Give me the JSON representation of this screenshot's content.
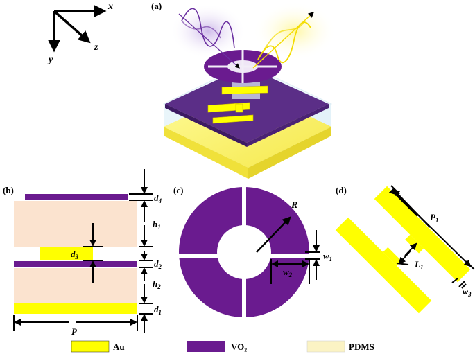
{
  "axes": {
    "x": "x",
    "y": "y",
    "z": "z"
  },
  "panels": {
    "a": "(a)",
    "b": "(b)",
    "c": "(c)",
    "d": "(d)"
  },
  "dims_b": {
    "d4": {
      "main": "d",
      "sub": "4"
    },
    "h1": {
      "main": "h",
      "sub": "1"
    },
    "d3": {
      "main": "d",
      "sub": "3"
    },
    "d2": {
      "main": "d",
      "sub": "2"
    },
    "h2": {
      "main": "h",
      "sub": "2"
    },
    "d1": {
      "main": "d",
      "sub": "1"
    },
    "P": "P"
  },
  "dims_c": {
    "R": "R",
    "w1": {
      "main": "w",
      "sub": "1"
    },
    "w2": {
      "main": "w",
      "sub": "2"
    }
  },
  "dims_d": {
    "P1": {
      "main": "P",
      "sub": "1"
    },
    "L1": {
      "main": "L",
      "sub": "1"
    },
    "w3": {
      "main": "w",
      "sub": "3"
    }
  },
  "legend": {
    "items": [
      {
        "label": "Au",
        "color": "#ffff00"
      },
      {
        "label": "VO₂",
        "color": "#6a1b8f"
      },
      {
        "label": "PDMS",
        "color": "#fbf3c4"
      }
    ]
  },
  "colors": {
    "au": "#ffff00",
    "vo2": "#6a1b8f",
    "pdms": "#fbe3cf"
  }
}
